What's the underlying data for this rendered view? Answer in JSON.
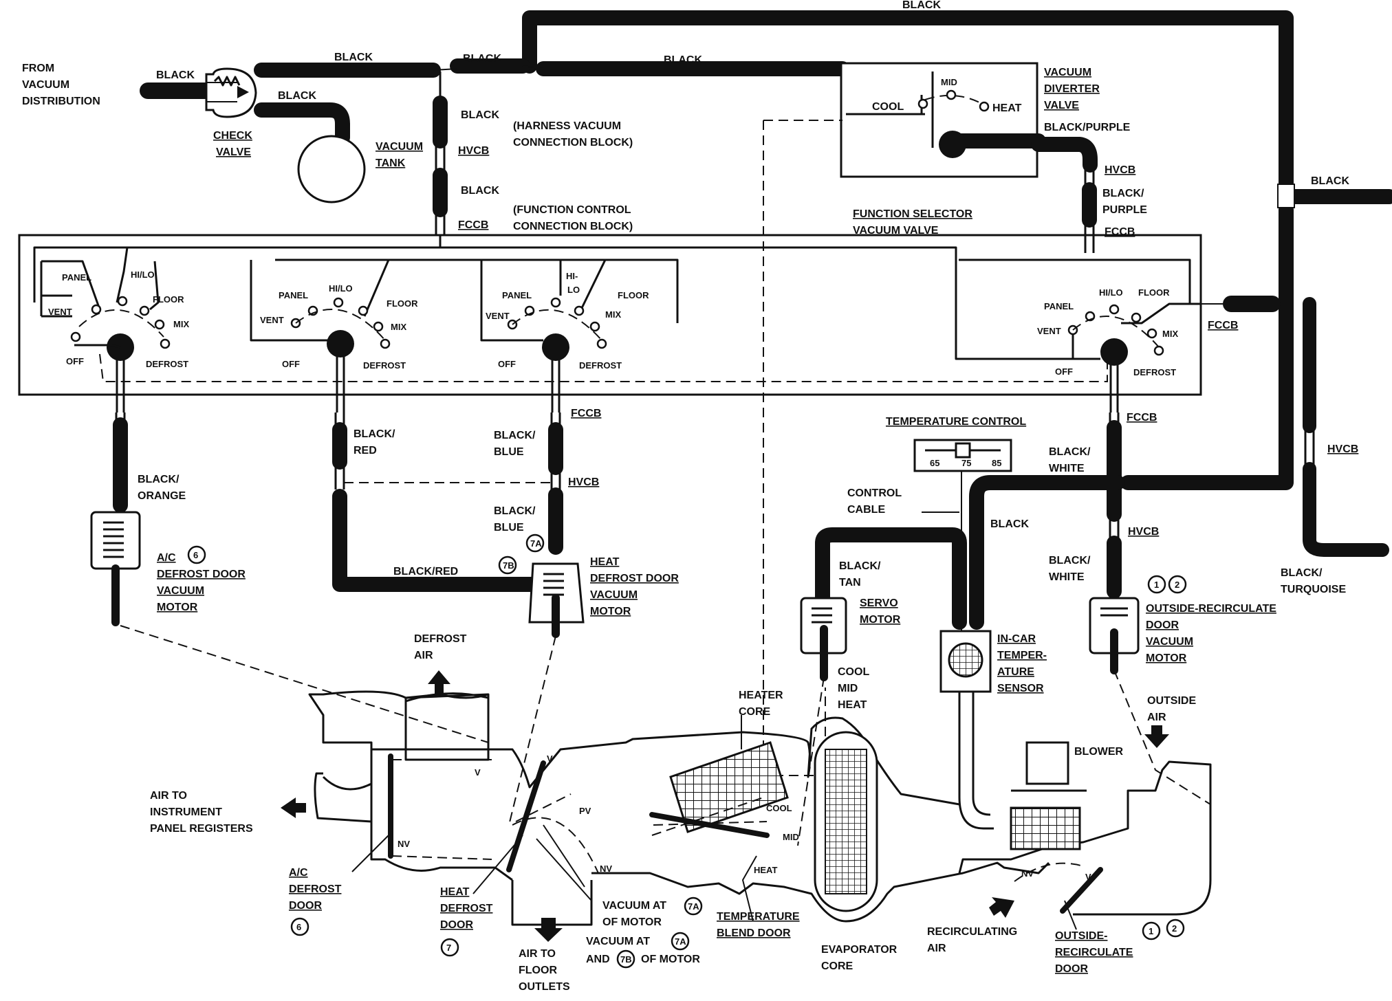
{
  "header_cut": "BLACK",
  "vacuum_source": {
    "from_label": [
      "FROM",
      "VACUUM",
      "DISTRIBUTION"
    ],
    "check_valve": [
      "CHECK",
      "VALVE"
    ],
    "vacuum_tank": [
      "VACUUM",
      "TANK"
    ]
  },
  "hoses": {
    "black": "BLACK",
    "black_purple": "BLACK/PURPLE",
    "black_slash_purple": [
      "BLACK/",
      "PURPLE"
    ],
    "black_orange": [
      "BLACK/",
      "ORANGE"
    ],
    "black_red_vertical": [
      "BLACK/",
      "RED"
    ],
    "black_blue_top": [
      "BLACK/",
      "BLUE"
    ],
    "black_blue_bottom": [
      "BLACK/",
      "BLUE"
    ],
    "black_red": "BLACK/RED",
    "black_tan": [
      "BLACK/",
      "TAN"
    ],
    "black_white_top": [
      "BLACK/",
      "WHITE"
    ],
    "black_white_bottom": [
      "BLACK/",
      "WHITE"
    ],
    "black_turquoise": [
      "BLACK/",
      "TURQUOISE"
    ]
  },
  "blocks": {
    "hvcb": "HVCB",
    "fccb": "FCCB",
    "harness_block": [
      "(HARNESS VACUUM",
      "CONNECTION BLOCK)"
    ],
    "function_block": [
      "(FUNCTION CONTROL",
      "CONNECTION BLOCK)"
    ]
  },
  "diverter": {
    "title": [
      "VACUUM",
      "DIVERTER",
      "VALVE"
    ],
    "cool": "COOL",
    "mid": "MID",
    "heat": "HEAT"
  },
  "selector": {
    "title": [
      "FUNCTION SELECTOR",
      "VACUUM VALVE"
    ],
    "panel": "PANEL",
    "hilo": "HI/LO",
    "hi": "HI-",
    "lo": "LO",
    "floor": "FLOOR",
    "vent": "VENT",
    "mix": "MIX",
    "off": "OFF",
    "defrost": "DEFROST"
  },
  "temperature_control": {
    "title": "TEMPERATURE CONTROL",
    "scale": [
      "65",
      "75",
      "85"
    ],
    "control_cable": [
      "CONTROL",
      "CABLE"
    ]
  },
  "motors": {
    "ac_defrost": [
      "A/C",
      "DEFROST DOOR",
      "VACUUM",
      "MOTOR"
    ],
    "ac_defrost_num": "6",
    "heat_defrost": [
      "HEAT",
      "DEFROST DOOR",
      "VACUUM",
      "MOTOR"
    ],
    "port_7a": "7A",
    "port_7b": "7B",
    "servo": [
      "SERVO",
      "MOTOR"
    ],
    "servo_positions": [
      "COOL",
      "MID",
      "HEAT"
    ],
    "in_car_sensor": [
      "IN-CAR",
      "TEMPER-",
      "ATURE",
      "SENSOR"
    ],
    "outside_recirc": [
      "OUTSIDE-RECIRCULATE",
      "DOOR",
      "VACUUM",
      "MOTOR"
    ],
    "num_1": "1",
    "num_2": "2"
  },
  "airflow": {
    "defrost_air": [
      "DEFROST",
      "AIR"
    ],
    "air_to_panel": [
      "AIR TO",
      "INSTRUMENT",
      "PANEL REGISTERS"
    ],
    "ac_defrost_door": [
      "A/C",
      "DEFROST",
      "DOOR"
    ],
    "heat_defrost_door": [
      "HEAT",
      "DEFROST",
      "DOOR"
    ],
    "door_7": "7",
    "air_to_floor": [
      "AIR TO",
      "FLOOR",
      "OUTLETS"
    ],
    "vacuum_at_7a": [
      "VACUUM AT",
      "OF MOTOR"
    ],
    "vacuum_at_7a7b": [
      "VACUUM AT",
      "AND",
      "OF MOTOR"
    ],
    "heater_core": [
      "HEATER",
      "CORE"
    ],
    "temp_blend_door": [
      "TEMPERATURE",
      "BLEND DOOR"
    ],
    "evaporator_core": [
      "EVAPORATOR",
      "CORE"
    ],
    "blower": "BLOWER",
    "outside_air": [
      "OUTSIDE",
      "AIR"
    ],
    "recirculating_air": [
      "RECIRCULATING",
      "AIR"
    ],
    "outside_recirc_door": [
      "OUTSIDE-",
      "RECIRCULATE",
      "DOOR"
    ],
    "door_labels": {
      "v": "V",
      "nv": "NV",
      "pv": "PV",
      "cool": "COOL",
      "mid": "MID",
      "heat": "HEAT"
    }
  }
}
